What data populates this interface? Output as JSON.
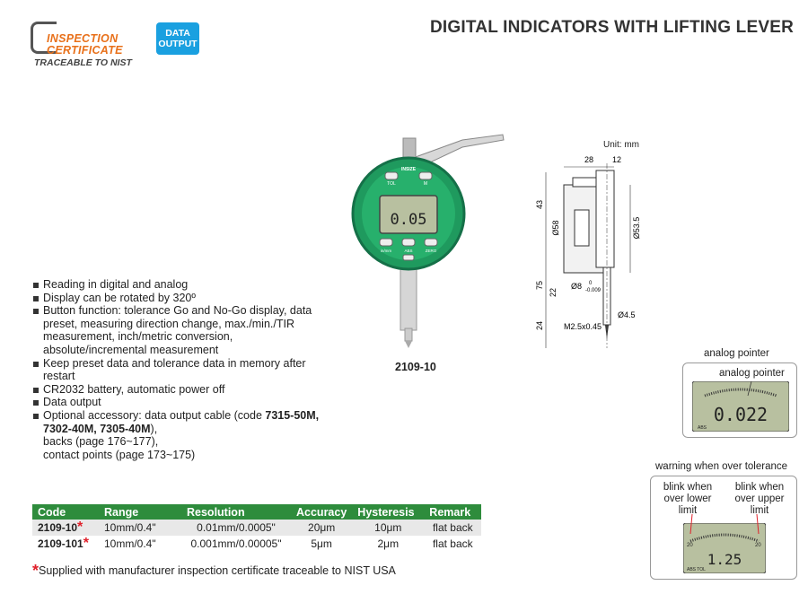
{
  "header": {
    "cert_line1": "INSPECTION",
    "cert_line2": "CERTIFICATE",
    "cert_line3": "TRACEABLE TO NIST",
    "badge_line1": "DATA",
    "badge_line2": "OUTPUT",
    "title": "DIGITAL INDICATORS WITH LIFTING LEVER"
  },
  "features": [
    "Reading in digital and analog",
    "Display can be rotated by 320º",
    "Button function: tolerance Go and No-Go display, data preset, measuring direction change, max./min./TIR measurement, inch/metric conversion, absolute/incremental measurement",
    "Keep preset data and tolerance data in memory after restart",
    "CR2032 battery, automatic power off",
    "Data output"
  ],
  "feature_optional": {
    "prefix": "Optional accessory: data output cable (code ",
    "codes": "7315-50M, 7302-40M, 7305-40M",
    "suffix": "),",
    "line2": "backs (page 176~177),",
    "line3": "contact points (page 173~175)"
  },
  "product": {
    "model": "2109-10",
    "display_value": "0.05",
    "buttons": [
      "TOL",
      "M",
      "in/mm",
      "ABS",
      "ZERO"
    ],
    "brand": "INSIZE"
  },
  "drawing": {
    "unit": "Unit: mm",
    "dims": {
      "d28": "28",
      "d12": "12",
      "d43": "43",
      "d58": "Ø58",
      "d53": "Ø53.5",
      "d75": "75",
      "d22": "22",
      "d8": "Ø8",
      "d8tol_top": "0",
      "d8tol_bottom": "-0.009",
      "d24": "24",
      "thread": "M2.5x0.45",
      "d45": "Ø4.5"
    }
  },
  "analog_panel": {
    "label": "analog pointer",
    "inner_label": "analog pointer",
    "display_value": "0.022",
    "abs": "ABS"
  },
  "warning_panel": {
    "label": "warning when over tolerance",
    "left_note": "blink when over lower limit",
    "right_note": "blink when over upper limit",
    "display_value": "1.25",
    "scale_left": "20",
    "scale_right": "20",
    "abs_tol": "ABS TOL"
  },
  "table": {
    "headers": [
      "Code",
      "Range",
      "Resolution",
      "Accuracy",
      "Hysteresis",
      "Remark"
    ],
    "rows": [
      {
        "code": "2109-10",
        "range": "10mm/0.4\"",
        "resolution": "0.01mm/0.0005\"",
        "accuracy": "20μm",
        "hysteresis": "10μm",
        "remark": "flat back"
      },
      {
        "code": "2109-101",
        "range": "10mm/0.4\"",
        "resolution": "0.001mm/0.00005\"",
        "accuracy": "5μm",
        "hysteresis": "2μm",
        "remark": "flat back"
      }
    ]
  },
  "footnote": {
    "star": "*",
    "text": "Supplied with manufacturer inspection certificate traceable to NIST USA"
  },
  "colors": {
    "brand_green": "#2e8c3c",
    "cert_orange": "#e8701a",
    "badge_blue": "#1aa0e0",
    "lcd": "#b8c0a0",
    "star_red": "#e0202a"
  }
}
